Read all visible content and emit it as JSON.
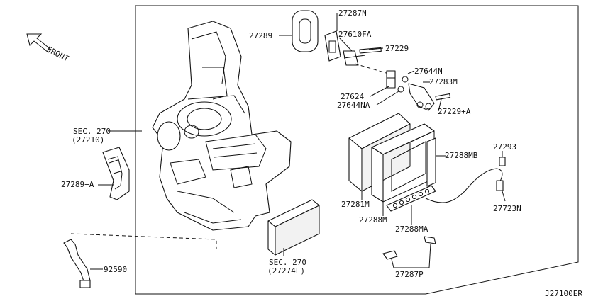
{
  "direction": {
    "label": "FRONT"
  },
  "callouts": {
    "c27287N": "27287N",
    "c27289": "27289",
    "c27610FA": "27610FA",
    "c27229": "27229",
    "c27644N": "27644N",
    "c27283M": "27283M",
    "c27624": "27624",
    "c27644NA": "27644NA",
    "c27229A": "27229+A",
    "sec270a_line1": "SEC. 270",
    "sec270a_line2": "(27210)",
    "c27293": "27293",
    "c27288MB": "27288MB",
    "c27289A": "27289+A",
    "c27281M": "27281M",
    "c27723N": "27723N",
    "c27288M": "27288M",
    "c27288MA": "27288MA",
    "sec270b_line1": "SEC. 270",
    "sec270b_line2": "(27274L)",
    "c92590": "92590",
    "c27287P": "27287P"
  },
  "diagram_code": "J27100ER"
}
